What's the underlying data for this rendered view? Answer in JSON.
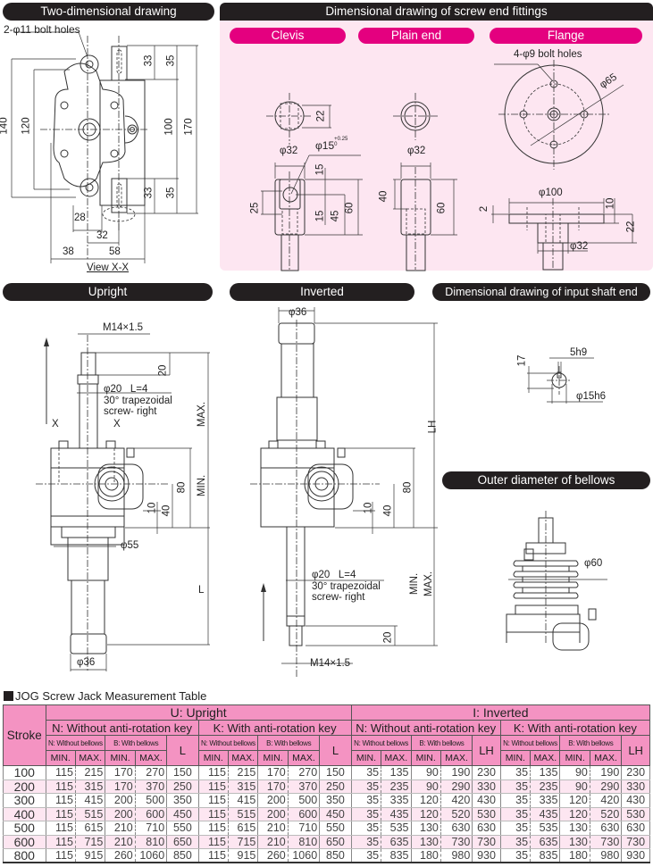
{
  "headers": {
    "two_dim": "Two-dimensional drawing",
    "screw_end": "Dimensional drawing of screw end fittings",
    "upright": "Upright",
    "inverted": "Inverted",
    "input_shaft": "Dimensional drawing of input shaft end",
    "bellows": "Outer diameter of bellows"
  },
  "fittings": {
    "clevis": "Clevis",
    "plain_end": "Plain end",
    "flange": "Flange"
  },
  "two_dim_labels": {
    "bolt_holes": "2-φ11 bolt holes",
    "d140": "140",
    "d120": "120",
    "d33a": "33",
    "d35a": "35",
    "d100": "100",
    "d170": "170",
    "d33b": "33",
    "d35b": "35",
    "d28": "28",
    "d32": "32",
    "d38": "38",
    "d58": "58",
    "view": "View X-X"
  },
  "clevis_labels": {
    "d22": "22",
    "d32": "φ32",
    "hole": "φ15",
    "tol_plus": "+0.25",
    "tol_zero": "0",
    "d15a": "15",
    "d15b": "15",
    "d25": "25",
    "d45": "45",
    "d60": "60"
  },
  "plain_labels": {
    "d32": "φ32",
    "d40": "40",
    "d60": "60"
  },
  "flange_labels": {
    "bolt_holes": "4-φ9 bolt holes",
    "d65": "φ65",
    "d100": "φ100",
    "d2": "2",
    "d10": "10",
    "d22": "22",
    "d32": "φ32"
  },
  "upright_labels": {
    "thread": "M14×1.5",
    "d20": "20",
    "screw_spec": "φ20   L=4",
    "screw_type1": "30° trapezoidal",
    "screw_type2": "screw- right",
    "x_left": "X",
    "x_right": "X",
    "max": "MAX.",
    "min": "MIN.",
    "d80": "80",
    "d40": "40",
    "d10": "10",
    "d55": "φ55",
    "l": "L",
    "d36": "φ36"
  },
  "inverted_labels": {
    "d36": "φ36",
    "lh": "LH",
    "d80": "80",
    "d40": "40",
    "d10": "10",
    "screw_spec": "φ20   L=4",
    "screw_type1": "30° trapezoidal",
    "screw_type2": "screw- right",
    "min": "MIN.",
    "max": "MAX.",
    "d20": "20",
    "thread": "M14×1.5"
  },
  "input_shaft_labels": {
    "d17": "17",
    "key": "5h9",
    "shaft": "φ15h6"
  },
  "bellows_labels": {
    "d60": "φ60"
  },
  "table": {
    "title": "JOG Screw Jack Measurement Table",
    "stroke_header": "Stroke",
    "groups": [
      "U: Upright",
      "I: Inverted"
    ],
    "subgroups": [
      "N: Without anti-rotation key",
      "K: With anti-rotation key",
      "N: Without anti-rotation key",
      "K: With anti-rotation key"
    ],
    "bellows_headers": [
      "N: Without bellows",
      "B: With bellows"
    ],
    "length_headers": [
      "L",
      "L",
      "LH",
      "LH"
    ],
    "min_label": "MIN.",
    "max_label": "MAX.",
    "rows": [
      {
        "stroke": "100",
        "u_n": [
          "115",
          "215",
          "170",
          "270",
          "150"
        ],
        "u_k": [
          "115",
          "215",
          "170",
          "270",
          "150"
        ],
        "i_n": [
          "35",
          "135",
          "90",
          "190",
          "230"
        ],
        "i_k": [
          "35",
          "135",
          "90",
          "190",
          "230"
        ]
      },
      {
        "stroke": "200",
        "u_n": [
          "115",
          "315",
          "170",
          "370",
          "250"
        ],
        "u_k": [
          "115",
          "315",
          "170",
          "370",
          "250"
        ],
        "i_n": [
          "35",
          "235",
          "90",
          "290",
          "330"
        ],
        "i_k": [
          "35",
          "235",
          "90",
          "290",
          "330"
        ]
      },
      {
        "stroke": "300",
        "u_n": [
          "115",
          "415",
          "200",
          "500",
          "350"
        ],
        "u_k": [
          "115",
          "415",
          "200",
          "500",
          "350"
        ],
        "i_n": [
          "35",
          "335",
          "120",
          "420",
          "430"
        ],
        "i_k": [
          "35",
          "335",
          "120",
          "420",
          "430"
        ]
      },
      {
        "stroke": "400",
        "u_n": [
          "115",
          "515",
          "200",
          "600",
          "450"
        ],
        "u_k": [
          "115",
          "515",
          "200",
          "600",
          "450"
        ],
        "i_n": [
          "35",
          "435",
          "120",
          "520",
          "530"
        ],
        "i_k": [
          "35",
          "435",
          "120",
          "520",
          "530"
        ]
      },
      {
        "stroke": "500",
        "u_n": [
          "115",
          "615",
          "210",
          "710",
          "550"
        ],
        "u_k": [
          "115",
          "615",
          "210",
          "710",
          "550"
        ],
        "i_n": [
          "35",
          "535",
          "130",
          "630",
          "630"
        ],
        "i_k": [
          "35",
          "535",
          "130",
          "630",
          "630"
        ]
      },
      {
        "stroke": "600",
        "u_n": [
          "115",
          "715",
          "210",
          "810",
          "650"
        ],
        "u_k": [
          "115",
          "715",
          "210",
          "810",
          "650"
        ],
        "i_n": [
          "35",
          "635",
          "130",
          "730",
          "730"
        ],
        "i_k": [
          "35",
          "635",
          "130",
          "730",
          "730"
        ]
      },
      {
        "stroke": "800",
        "u_n": [
          "115",
          "915",
          "260",
          "1060",
          "850"
        ],
        "u_k": [
          "115",
          "915",
          "260",
          "1060",
          "850"
        ],
        "i_n": [
          "35",
          "835",
          "180",
          "980",
          "930"
        ],
        "i_k": [
          "35",
          "835",
          "180",
          "980",
          "930"
        ]
      }
    ]
  },
  "colors": {
    "dark_pill": "#231f20",
    "magenta_pill": "#e4007f",
    "panel_pink": "#fde6f1",
    "table_header_pink": "#f493c2"
  }
}
